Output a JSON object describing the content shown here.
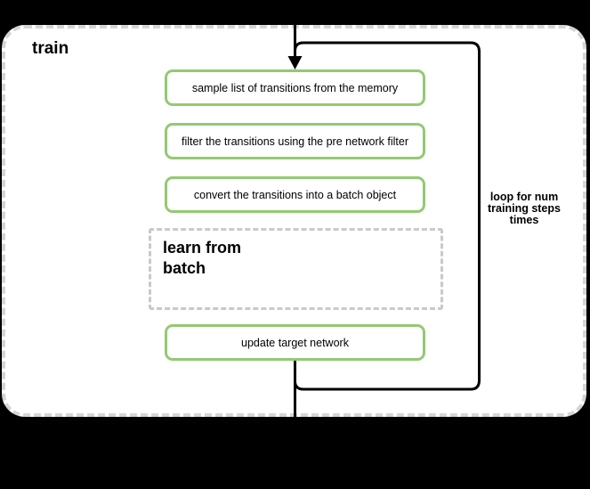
{
  "diagram": {
    "title": "train",
    "steps": [
      {
        "label": "sample list of transitions from the memory"
      },
      {
        "label": "filter the transitions using the pre network filter"
      },
      {
        "label": "convert the transitions into a batch object"
      }
    ],
    "subprocess_label": "learn from\nbatch",
    "final_step_label": "update target network",
    "loop_label": "loop for num\ntraining steps\ntimes",
    "colors": {
      "background": "#000000",
      "canvas": "#ffffff",
      "step_border": "#93c973",
      "loop_border": "#000000",
      "container_border": "#d5d5d5",
      "subprocess_border": "#c9c9c9",
      "text": "#000000"
    }
  }
}
